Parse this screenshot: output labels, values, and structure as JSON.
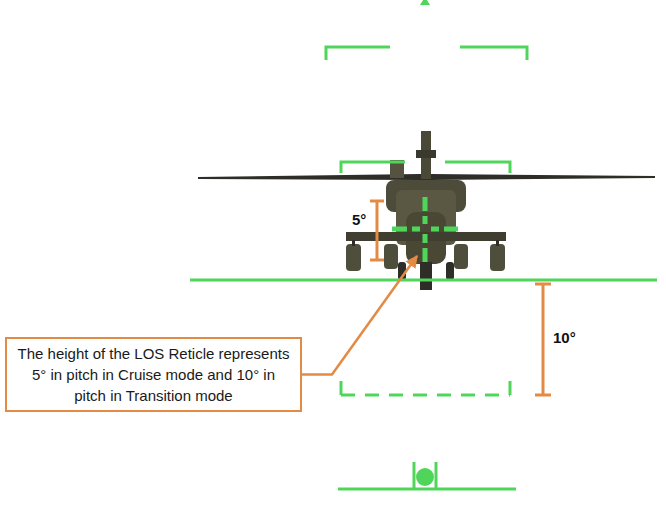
{
  "diagram": {
    "nodes": [
      {
        "text": [
          "The height of the LOS Reticle represents 5° in pitch in Cruise mode and 10° in pitch in Transition mode"
        ]
      }
    ],
    "labels": [
      "5°",
      "10°"
    ]
  }
}
